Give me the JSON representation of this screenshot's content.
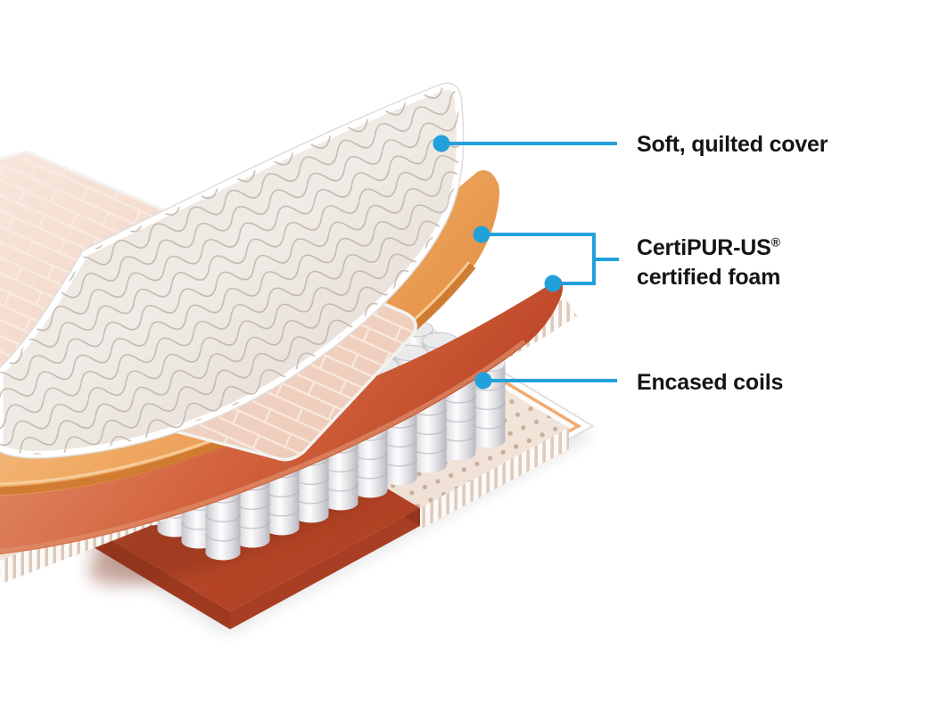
{
  "diagram": {
    "type": "mattress-layers-cutaway",
    "callouts": {
      "cover": {
        "label": "Soft, quilted cover"
      },
      "foam": {
        "label_line1": "CertiPUR-US",
        "reg_mark": "®",
        "label_line2": "certified foam"
      },
      "coils": {
        "label": "Encased coils"
      }
    },
    "colors": {
      "callout_blue": "#22A0DA",
      "foam_orange": "#EFA25C",
      "foam_orange_deep": "#E08A3E",
      "red_foam": "#BC4526",
      "red_foam_light": "#E2916E",
      "base_rust": "#B94B2B",
      "base_trim_orange": "#F3AB72",
      "quilt_cream": "#EDE7E1",
      "cover_pink": "#F6DCCE",
      "coil_grey": "#D6D6DA",
      "pad_beige": "#EFE0D4",
      "sheet_white": "#F7F3EF",
      "background": "#FFFFFF",
      "label_text": "#151515"
    }
  }
}
